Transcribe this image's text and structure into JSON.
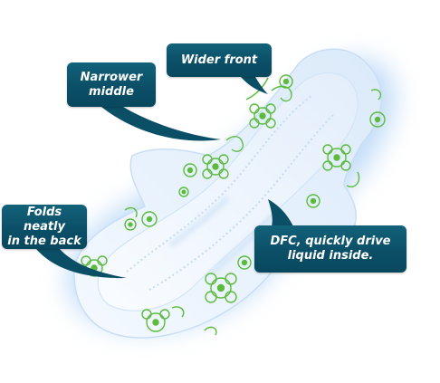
{
  "callouts": {
    "wider_front": "Wider front",
    "narrower_middle": "Narrower\nmiddle",
    "folds_back": "Folds neatly\nin the back",
    "dfc": "DFC, quickly drive\nliquid inside."
  },
  "colors": {
    "callout_fill": "#0b4f67",
    "callout_text": "#ffffff",
    "pad_glow": "#cfe6fb",
    "pad_body": "#e8f3fd",
    "flower_green": "#5dbb3c"
  },
  "icons": {
    "flower": "flower-icon"
  }
}
